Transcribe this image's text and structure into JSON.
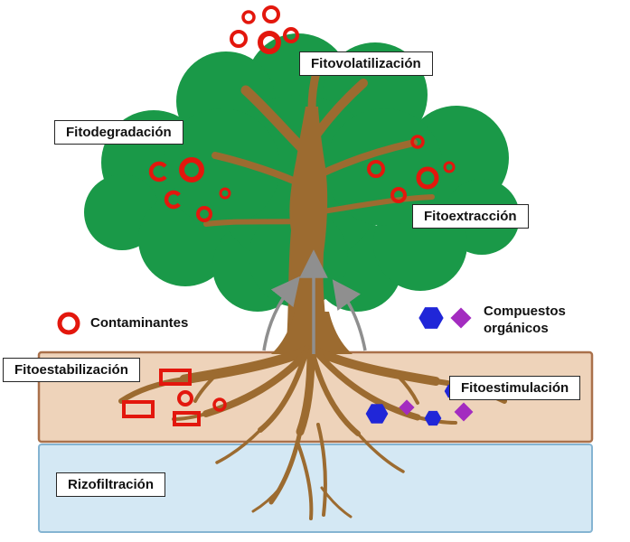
{
  "labels": {
    "fitovolatilizacion": "Fitovolatilización",
    "fitodegradacion": "Fitodegradación",
    "fitoextraccion": "Fitoextracción",
    "fitoestabilizacion": "Fitoestabilización",
    "fitoestimulacion": "Fitoestimulación",
    "rizofiltracion": "Rizofiltración"
  },
  "legend": {
    "contaminantes": "Contaminantes",
    "compuestos_organicos": "Compuestos orgánicos"
  },
  "colors": {
    "canopy_green": "#1a9948",
    "trunk_brown": "#9c6b30",
    "soil_fill": "#eed3ba",
    "soil_border": "#aa714b",
    "water_fill": "#d4e8f4",
    "water_border": "#85b4d2",
    "contaminant_red": "#e3170d",
    "organic_blue": "#2026d8",
    "organic_purple": "#a32cc0",
    "arrow_gray": "#8f8f8f"
  }
}
